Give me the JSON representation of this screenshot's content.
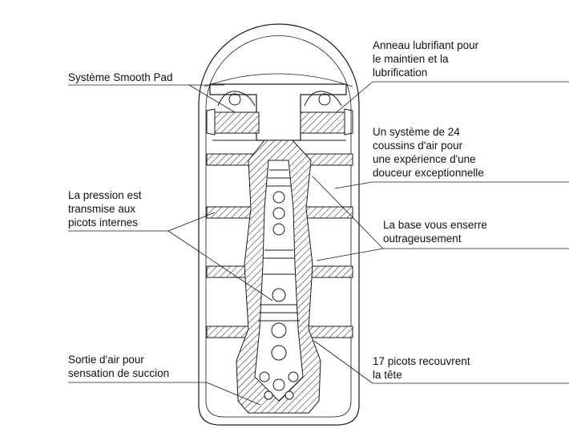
{
  "labels": {
    "smooth_pad": [
      "Système Smooth Pad"
    ],
    "ring": [
      "Anneau lubrifiant pour",
      "le maintien et la",
      "lubrification"
    ],
    "cushions": [
      "Un système de 24",
      "coussins d'air pour",
      "une expérience d'une",
      "douceur exceptionnelle"
    ],
    "pressure": [
      "La pression est",
      "transmise aux",
      "picots internes"
    ],
    "base": [
      "La base vous enserre",
      "outrageusement"
    ],
    "air_exit": [
      "Sortie d'air pour",
      "sensation de succion"
    ],
    "nubs": [
      "17 picots recouvrent",
      "la tête"
    ]
  },
  "colors": {
    "stroke": "#1a1a1a",
    "text": "#111111",
    "background": "#ffffff"
  }
}
